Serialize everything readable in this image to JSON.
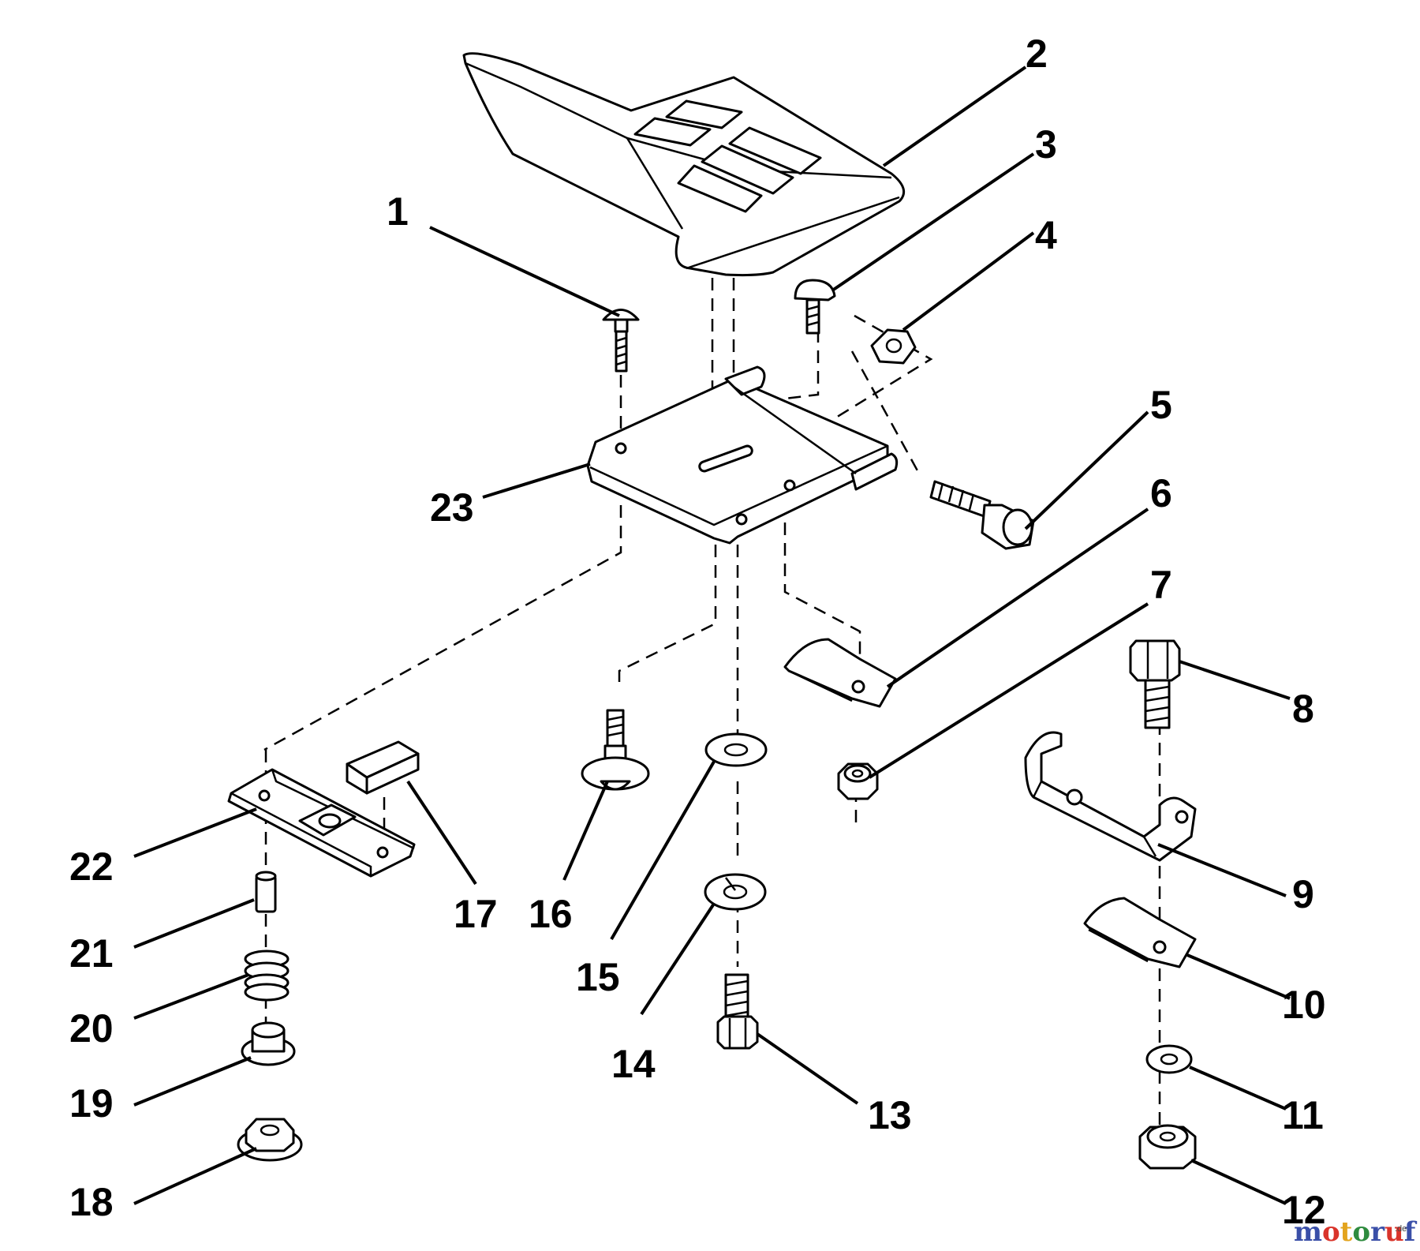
{
  "callouts": [
    "1",
    "2",
    "3",
    "4",
    "5",
    "6",
    "7",
    "8",
    "9",
    "10",
    "11",
    "12",
    "13",
    "14",
    "15",
    "16",
    "17",
    "18",
    "19",
    "20",
    "21",
    "22",
    "23"
  ],
  "watermark": {
    "letters": [
      "m",
      "o",
      "t",
      "o",
      "r",
      "u",
      "f"
    ],
    "colors": [
      "#3a4fa8",
      "#d9342b",
      "#e3a41e",
      "#2e8b3e",
      "#3a4fa8",
      "#d9342b",
      "#3a4fa8"
    ],
    "suffix": ".de"
  }
}
